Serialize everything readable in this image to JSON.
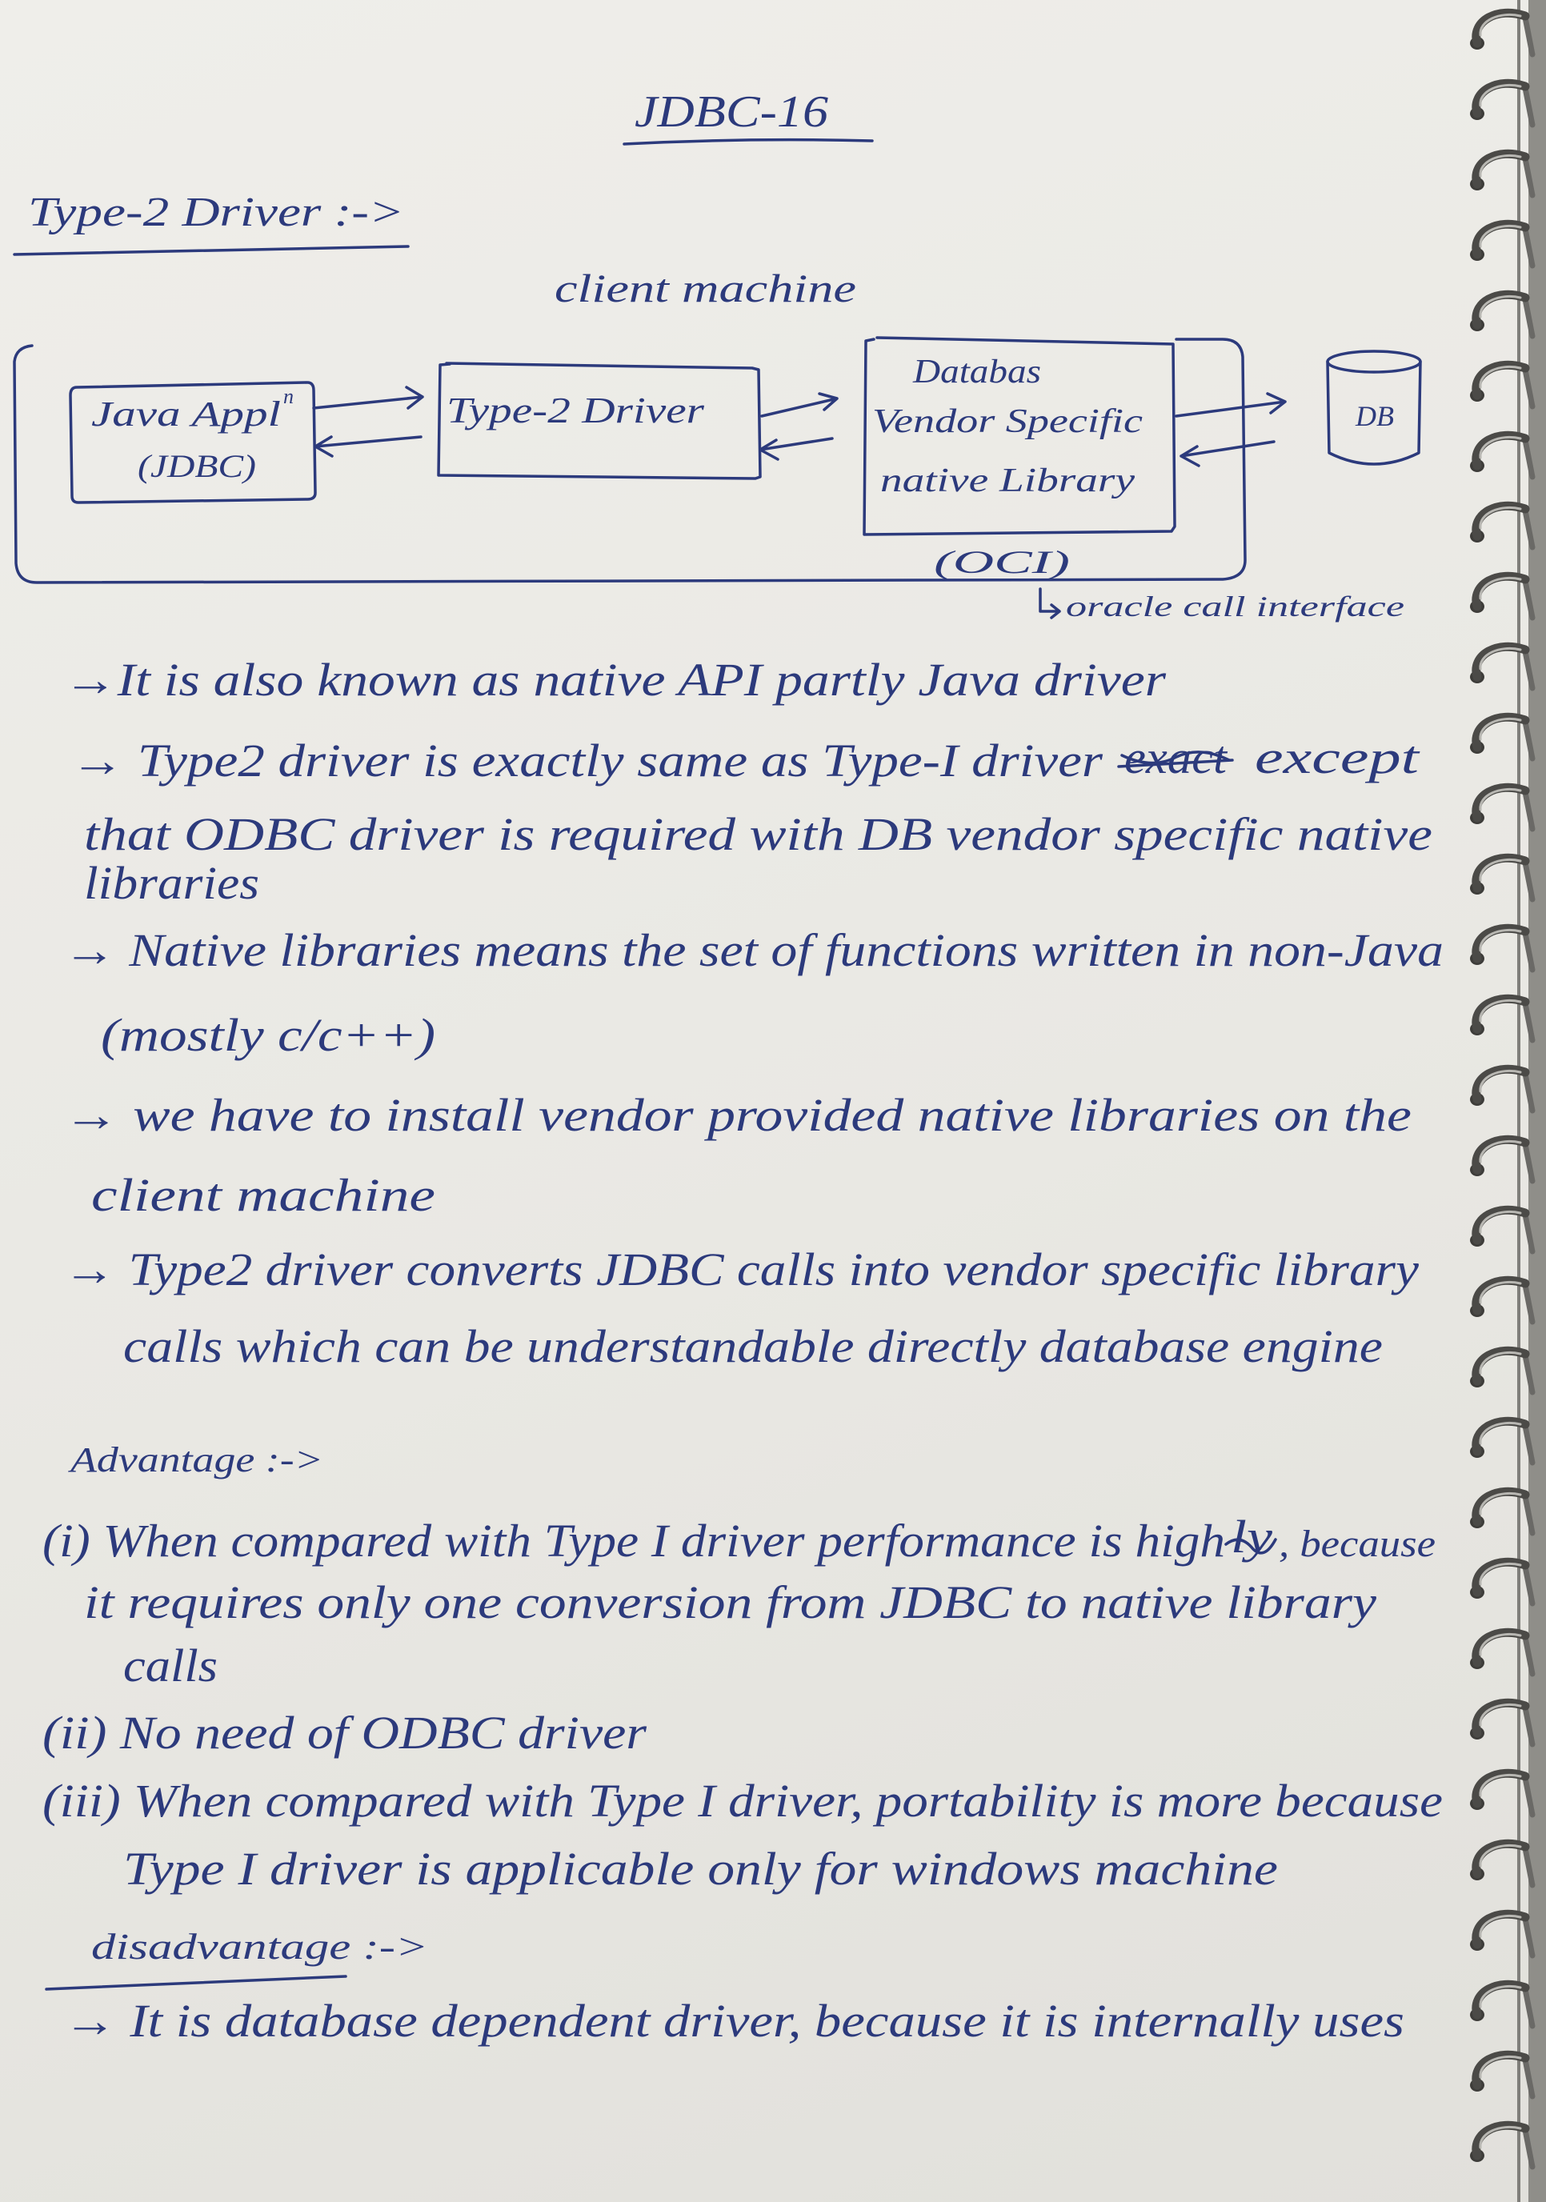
{
  "page": {
    "title": "JDBC-16",
    "heading": "Type-2 Driver :->"
  },
  "diagram": {
    "caption": "client machine",
    "java_app": "Java Appl",
    "java_app_sup": "n",
    "java_app_api": "(JDBC)",
    "driver": "Type-2 Driver",
    "native_library": [
      "Databas",
      "Vendor Specific",
      "native Library"
    ],
    "database": "DB",
    "oci": "(OCI)",
    "oci_expansion": "oracle call interface"
  },
  "points": [
    {
      "text": "→It is also known as native API partly Java driver"
    },
    {
      "text": "→ Type2 driver is exactly same as Type-I driver",
      "struck": "exact",
      "after": "except"
    },
    {
      "text": "that ODBC driver is required with DB vendor specific native"
    },
    {
      "text": "libraries"
    },
    {
      "text": "→ Native libraries means the set of functions written in non-Java"
    },
    {
      "text": "(mostly c/c++)"
    },
    {
      "text": "→ we have to install vendor provided native libraries on the"
    },
    {
      "text": "client machine"
    },
    {
      "text": "→ Type2 driver converts JDBC calls into vendor specific library"
    },
    {
      "text": "calls which can be understandable directly database engine"
    }
  ],
  "advantages": {
    "heading": "Advantage :->",
    "lines": [
      {
        "text": "(i) When compared with Type I driver performance is high",
        "struck": "ly",
        "after": ", because"
      },
      {
        "text": "it requires only one conversion from JDBC to native library"
      },
      {
        "text": "calls"
      },
      {
        "text": "(ii) No need of ODBC driver"
      },
      {
        "text": "(iii) When compared with Type I driver, portability is more because"
      },
      {
        "text": "Type I driver is applicable only for windows machine"
      }
    ]
  },
  "disadvantages": {
    "heading": "disadvantage :->",
    "lines": [
      {
        "text": "→ It is database dependent driver, because it is internally uses"
      }
    ]
  },
  "colors": {
    "ink": "#2c3a7c",
    "paper": "#ecebe7",
    "binding": "#4b4a47"
  }
}
